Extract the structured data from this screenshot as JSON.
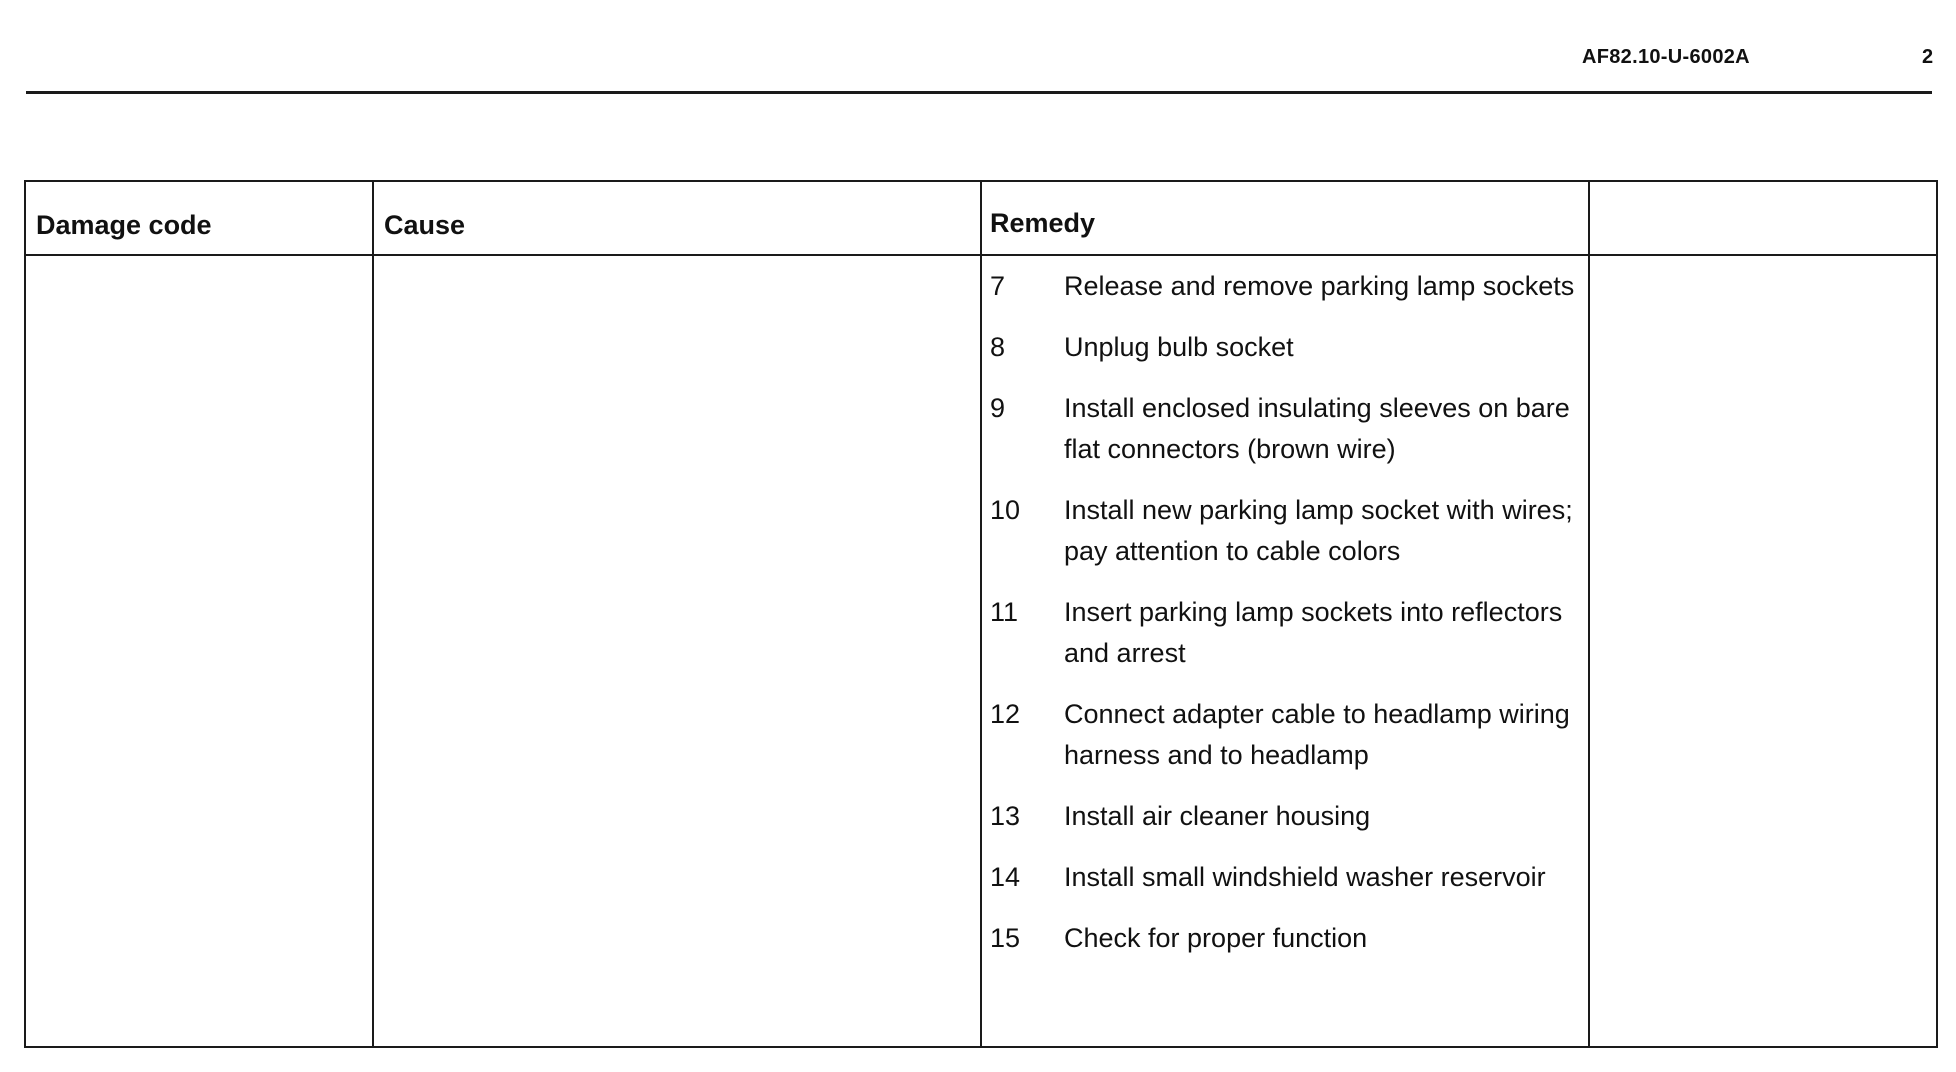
{
  "header": {
    "doc_id": "AF82.10-U-6002A",
    "page_number": "2"
  },
  "table": {
    "columns": [
      "Damage code",
      "Cause",
      "Remedy",
      ""
    ],
    "remedy_steps": [
      {
        "num": "7",
        "text": "Release and remove parking lamp sockets"
      },
      {
        "num": "8",
        "text": "Unplug bulb socket"
      },
      {
        "num": "9",
        "text": "Install enclosed insulating sleeves on bare flat connectors (brown wire)"
      },
      {
        "num": "10",
        "text": "Install new parking lamp socket with wires; pay attention to cable colors"
      },
      {
        "num": "11",
        "text": "Insert parking lamp sockets into reflectors and arrest"
      },
      {
        "num": "12",
        "text": "Connect adapter cable to headlamp wiring harness and to headlamp"
      },
      {
        "num": "13",
        "text": "Install air cleaner housing"
      },
      {
        "num": "14",
        "text": "Install small windshield washer reservoir"
      },
      {
        "num": "15",
        "text": "Check for proper function"
      }
    ]
  }
}
